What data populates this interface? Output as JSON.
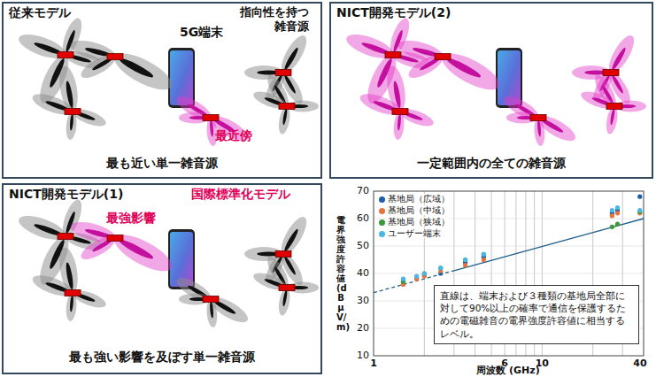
{
  "diagram": {
    "nodes": [
      {
        "text": [
          "従来モデル",
          "最も近い単一雑音源"
        ]
      },
      {
        "text": [
          "NICT開発モデル(2)",
          "一定範囲内の全ての雑音源"
        ]
      },
      {
        "text": [
          "NICT開発モデル(1)",
          "国際標準化モデル",
          "最も強い影響を及ぼす単一雑音源"
        ]
      },
      {
        "text": [
          "直線は、端末および３種類の基地局全部に対して90%以上の確率で通信を保護するための電磁雑音の電界強度許容値に相当するレベル。"
        ]
      }
    ],
    "labels": [
      "5G端末",
      "指向性を持つ雑音源",
      "最近傍",
      "最強影響",
      "70",
      "60",
      "50",
      "40",
      "30",
      "20",
      "10",
      "1",
      "6",
      "10",
      "40",
      "電界強度許容値 (dBμV/m)",
      "周波数 (GHz)"
    ],
    "legend": [
      {
        "text": "基地局（広域）",
        "color": "#1f5fa8"
      },
      {
        "text": "基地局（中域）",
        "color": "#e8743b"
      },
      {
        "text": "基地局（狭域）",
        "color": "#3a9a3a"
      },
      {
        "text": "ユーザー端末",
        "color": "#4ab8e6"
      }
    ]
  }
}
